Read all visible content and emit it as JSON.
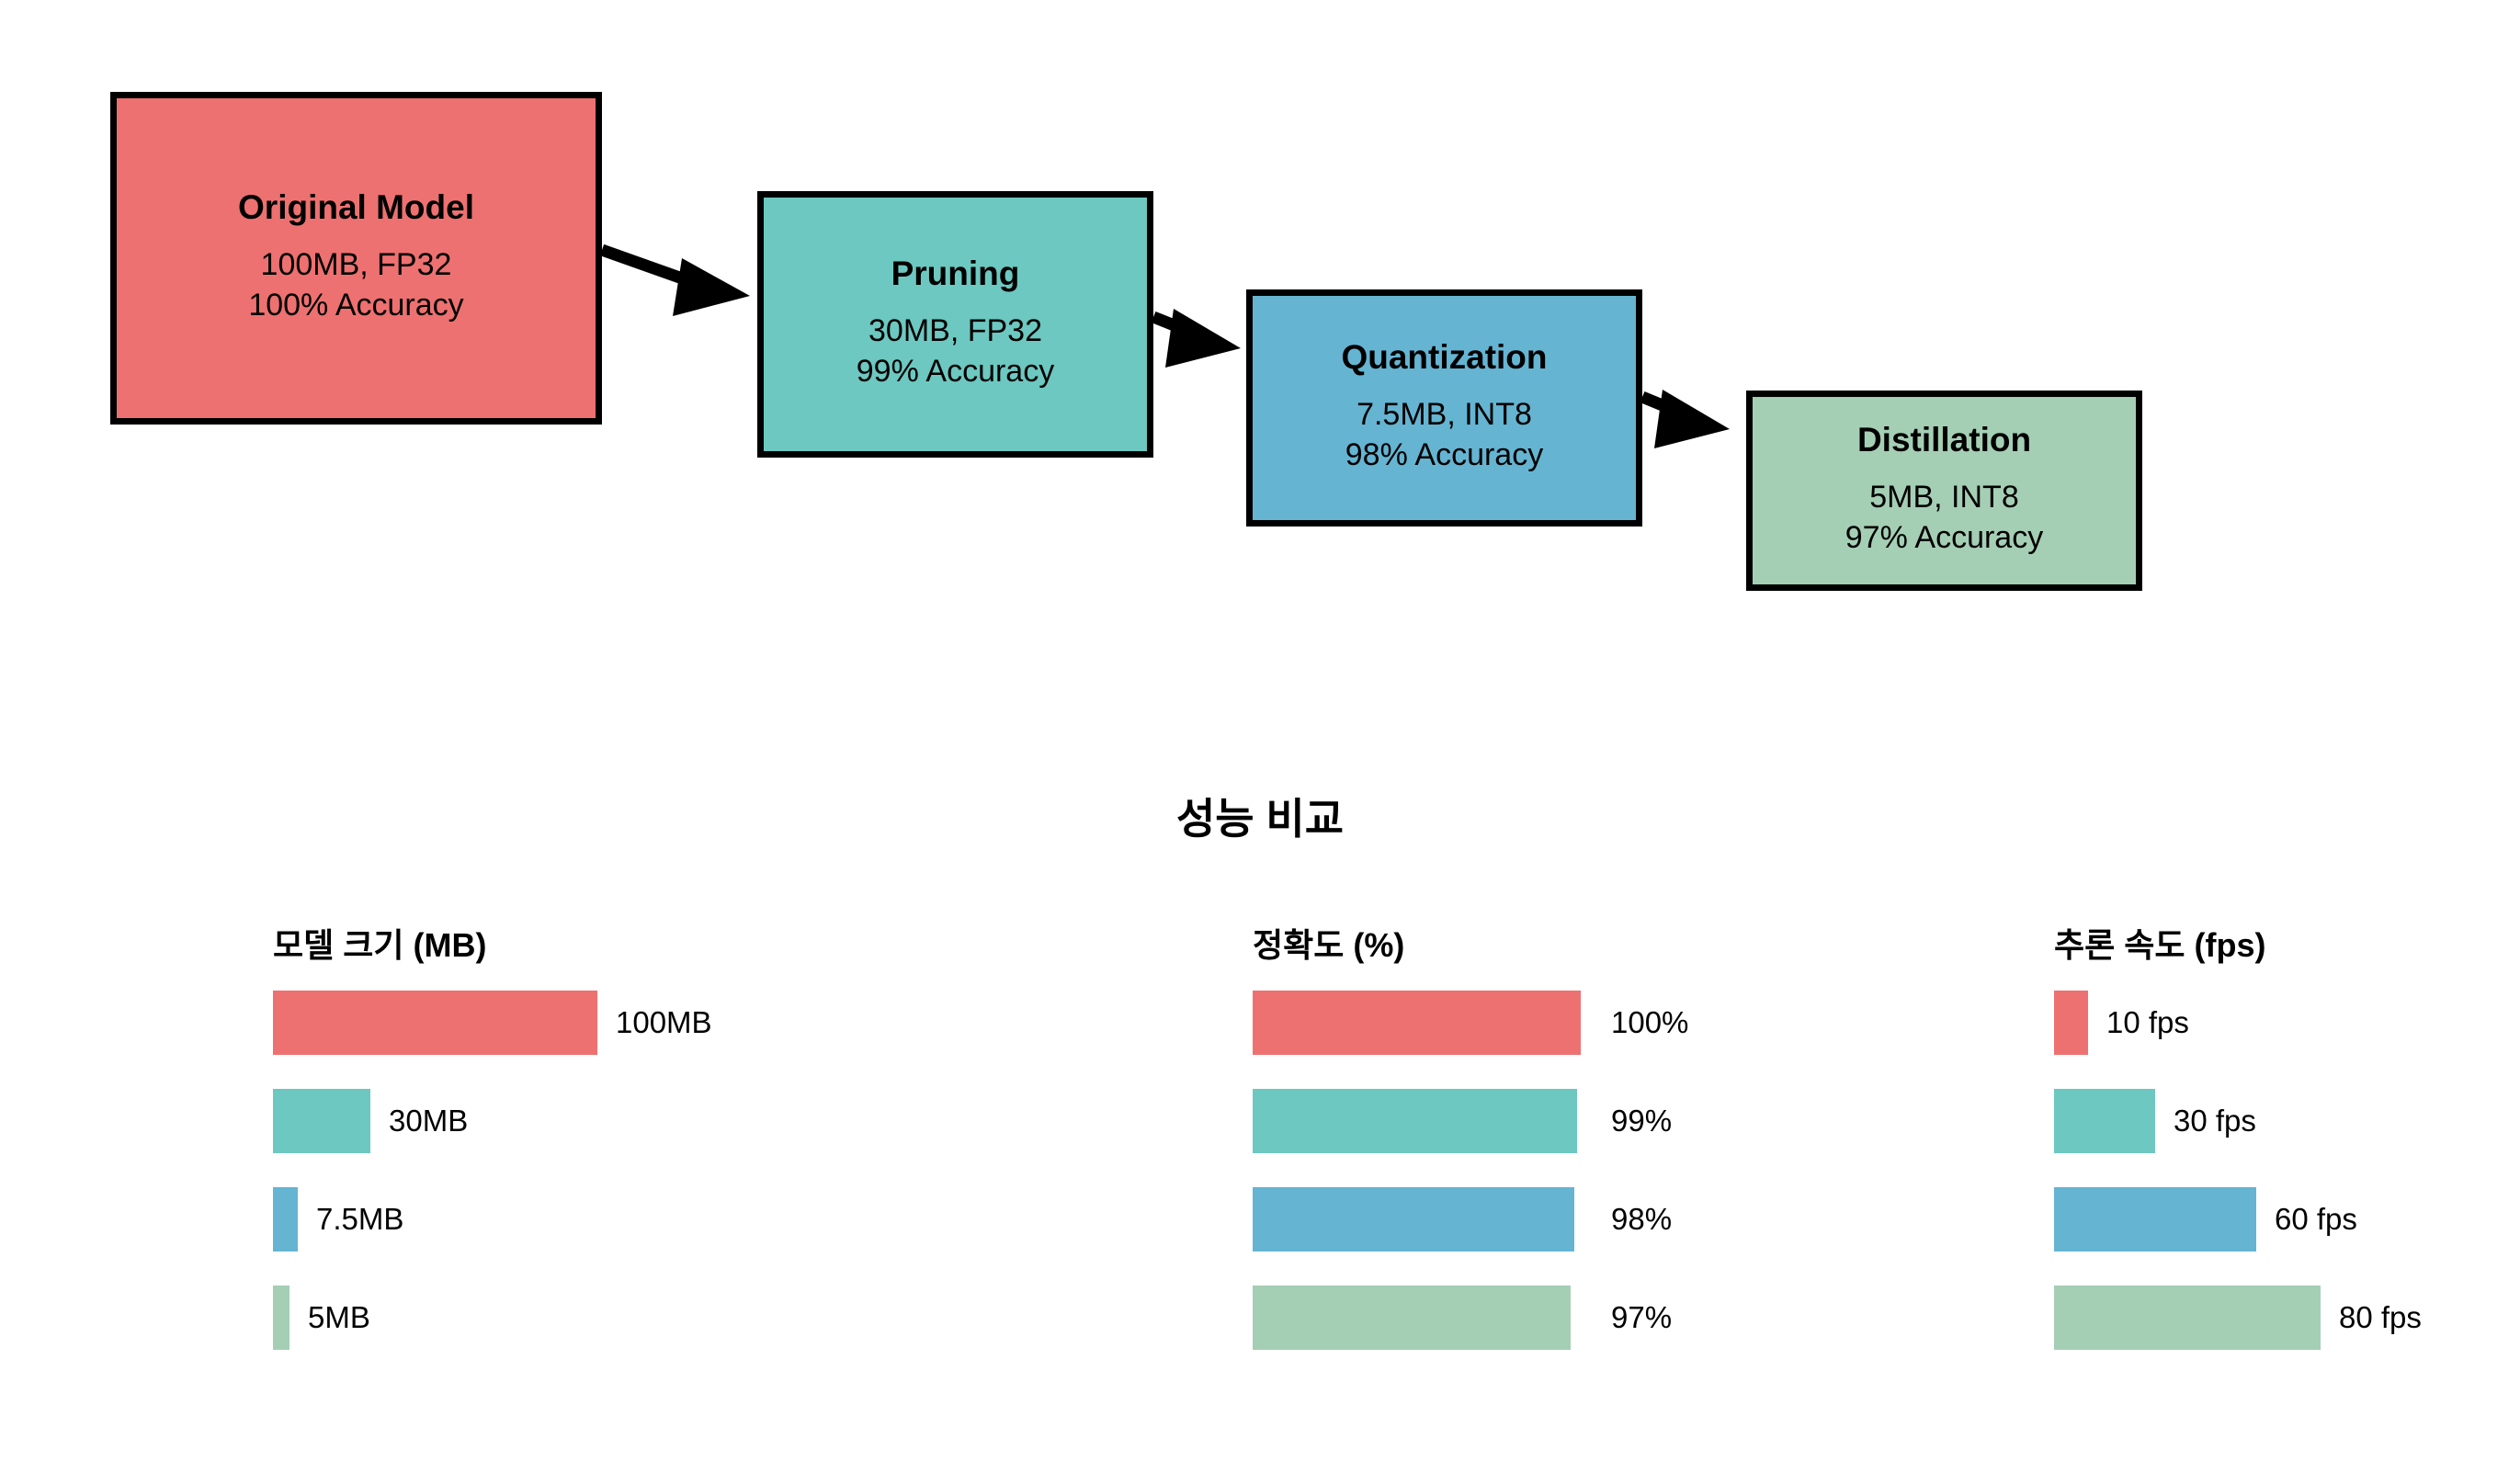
{
  "colors": {
    "red": "#ED7170",
    "teal": "#6CC8C0",
    "blue": "#65B4D2",
    "green": "#A5CFB5",
    "border": "#000000",
    "text": "#000000",
    "background": "#ffffff"
  },
  "pipeline": {
    "stages": [
      {
        "name": "Original Model",
        "line1": "100MB, FP32",
        "line2": "100% Accuracy",
        "color": "#ED7170"
      },
      {
        "name": "Pruning",
        "line1": "30MB, FP32",
        "line2": "99% Accuracy",
        "color": "#6CC8C0"
      },
      {
        "name": "Quantization",
        "line1": "7.5MB, INT8",
        "line2": "98% Accuracy",
        "color": "#65B4D2"
      },
      {
        "name": "Distillation",
        "line1": "5MB, INT8",
        "line2": "97% Accuracy",
        "color": "#A5CFB5"
      }
    ],
    "arrows": [
      {
        "name": "arrow-original-to-pruning"
      },
      {
        "name": "arrow-pruning-to-quantization"
      },
      {
        "name": "arrow-quantization-to-distillation"
      }
    ]
  },
  "charts_section": {
    "title": "성능 비교"
  },
  "chart_data": [
    {
      "type": "bar",
      "orientation": "horizontal",
      "title": "모델 크기 (MB)",
      "xlabel": "",
      "ylabel": "",
      "categories": [
        "Original Model",
        "Pruning",
        "Quantization",
        "Distillation"
      ],
      "values": [
        100,
        30,
        7.5,
        5
      ],
      "value_labels": [
        "100MB",
        "30MB",
        "7.5MB",
        "5MB"
      ],
      "colors": [
        "#ED7170",
        "#6CC8C0",
        "#65B4D2",
        "#A5CFB5"
      ],
      "xlim": [
        0,
        100
      ],
      "grid": false,
      "legend": "none"
    },
    {
      "type": "bar",
      "orientation": "horizontal",
      "title": "정확도 (%)",
      "xlabel": "",
      "ylabel": "",
      "categories": [
        "Original Model",
        "Pruning",
        "Quantization",
        "Distillation"
      ],
      "values": [
        100,
        99,
        98,
        97
      ],
      "value_labels": [
        "100%",
        "99%",
        "98%",
        "97%"
      ],
      "colors": [
        "#ED7170",
        "#6CC8C0",
        "#65B4D2",
        "#A5CFB5"
      ],
      "xlim": [
        0,
        100
      ],
      "grid": false,
      "legend": "none"
    },
    {
      "type": "bar",
      "orientation": "horizontal",
      "title": "추론 속도 (fps)",
      "xlabel": "",
      "ylabel": "",
      "categories": [
        "Original Model",
        "Pruning",
        "Quantization",
        "Distillation"
      ],
      "values": [
        10,
        30,
        60,
        80
      ],
      "value_labels": [
        "10 fps",
        "30 fps",
        "60 fps",
        "80 fps"
      ],
      "colors": [
        "#ED7170",
        "#6CC8C0",
        "#65B4D2",
        "#A5CFB5"
      ],
      "xlim": [
        0,
        80
      ],
      "grid": false,
      "legend": "none"
    }
  ]
}
